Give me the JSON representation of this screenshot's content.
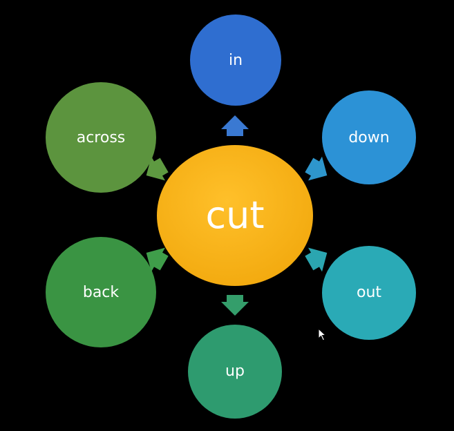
{
  "diagram": {
    "center": {
      "label": "cut",
      "color": "#F7B21C"
    },
    "nodes": [
      {
        "key": "in",
        "label": "in",
        "color": "#2F6ED0",
        "arrow_color": "#3A79D2"
      },
      {
        "key": "down",
        "label": "down",
        "color": "#2C92D6",
        "arrow_color": "#2E96CC"
      },
      {
        "key": "out",
        "label": "out",
        "color": "#2AAAB6",
        "arrow_color": "#2BA6B0"
      },
      {
        "key": "up",
        "label": "up",
        "color": "#2E9B6F",
        "arrow_color": "#349E6B"
      },
      {
        "key": "back",
        "label": "back",
        "color": "#3A9443",
        "arrow_color": "#3F9E4A"
      },
      {
        "key": "across",
        "label": "across",
        "color": "#5C943E",
        "arrow_color": "#5E9A41"
      }
    ]
  }
}
